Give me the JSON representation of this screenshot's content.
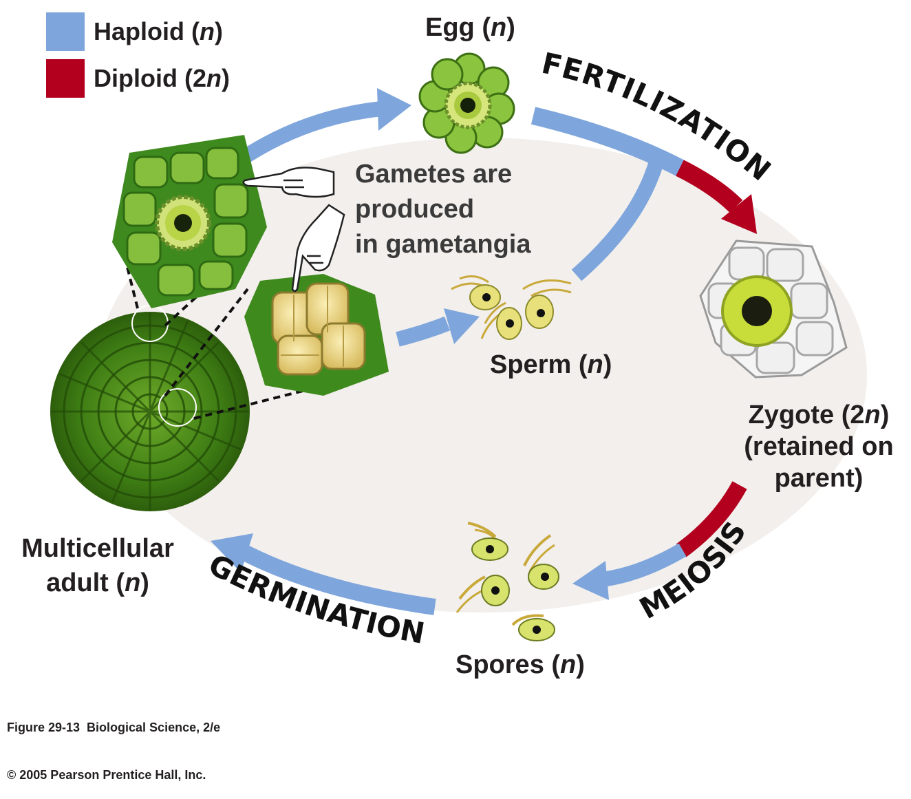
{
  "legend": {
    "haploid": {
      "label": "Haploid",
      "suffix": "(n)",
      "color": "#7fa6dc"
    },
    "diploid": {
      "label": "Diploid",
      "suffix": "(2n)",
      "color": "#b3001e"
    }
  },
  "stages": {
    "egg": {
      "label": "Egg",
      "ploidy": "n"
    },
    "sperm": {
      "label": "Sperm",
      "ploidy": "n"
    },
    "zygote": {
      "line1": "Zygote",
      "ploidy": "2n",
      "line2": "(retained on",
      "line3": "parent)"
    },
    "spores": {
      "label": "Spores",
      "ploidy": "n"
    },
    "adult": {
      "line1": "Multicellular",
      "line2": "adult",
      "ploidy": "n"
    }
  },
  "gametangia_note": [
    "Gametes are",
    "produced",
    "in gametangia"
  ],
  "processes": {
    "fertilization": "FERTILIZATION",
    "meiosis": "MEIOSIS",
    "germination": "GERMINATION"
  },
  "credit": [
    "Figure 29-13  Biological Science, 2/e",
    "© 2005 Pearson Prentice Hall, Inc."
  ],
  "icons": [
    "pointing-hand-icon",
    "egg-cell-icon",
    "sperm-cell-icon",
    "spore-icon",
    "zygote-cell-icon",
    "algae-thallus-icon"
  ]
}
